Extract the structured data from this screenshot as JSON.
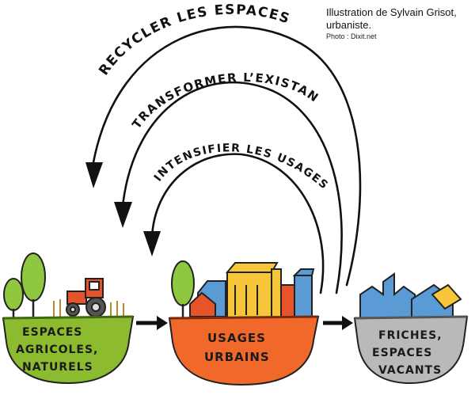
{
  "credit": {
    "line1": "Illustration de Sylvain Grisot,",
    "line2": "urbaniste.",
    "line3": "Photo : Dixit.net"
  },
  "arcs": {
    "outer": "RECYCLER LES ESPACES",
    "middle": "TRANSFORMER L’EXISTANT",
    "inner": "INTENSIFIER LES USAGES"
  },
  "islands": {
    "agricole": {
      "line1": "ESPACES",
      "line2": "AGRICOLES,",
      "line3": "NATURELS",
      "color": "#8dbb2f"
    },
    "urbain": {
      "line1": "USAGES",
      "line2": "URBAINS",
      "color": "#f0682a"
    },
    "friches": {
      "line1": "FRICHES,",
      "line2": "ESPACES",
      "line3": "VACANTS",
      "color": "#b9b9b9"
    }
  },
  "colors": {
    "tree": "#8fc73e",
    "tractor": "#e8542a",
    "building_yellow": "#f8c63a",
    "building_blue": "#5b9bd5",
    "building_red": "#e8542a",
    "ground_dark": "#4a4a4a"
  }
}
